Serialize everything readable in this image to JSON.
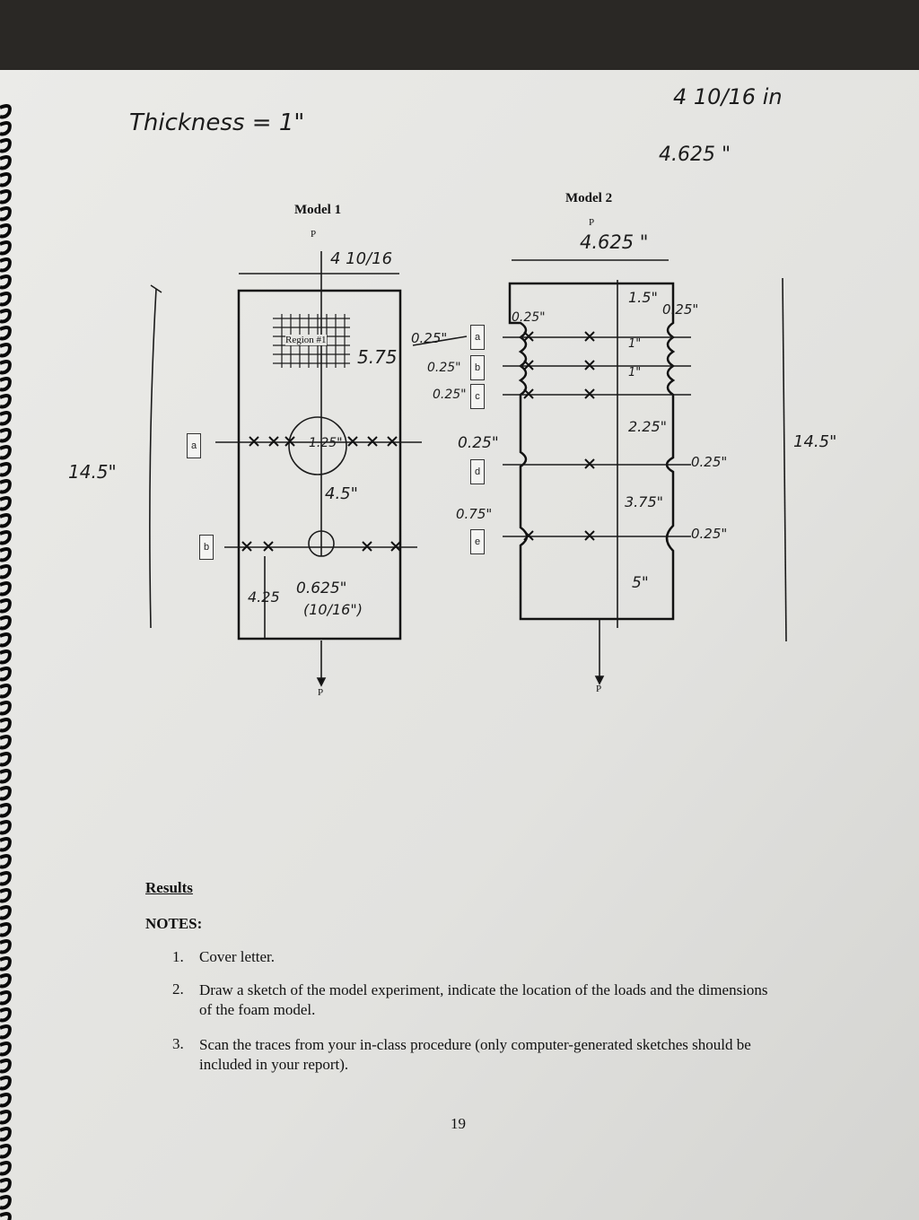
{
  "handwriting": {
    "thickness": "Thickness = 1\"",
    "top_fraction": "4 10/16 in",
    "top_decimal": "4.625 \"",
    "m1_width": "4 10/16",
    "m1_5_75": "5.75",
    "m1_1_25": "1.25\"",
    "m1_4_5": "4.5\"",
    "m1_0_625": "0.625\"",
    "m1_frac": "(10/16\")",
    "m1_4_25": "4.25",
    "left_height": "14.5\"",
    "mid_0_25_a": "0.25\"",
    "mid_0_25_b": "0.25\"",
    "mid_0_25_c": "0.25\"",
    "mid_0_25_d": "0.25\"",
    "mid_0_75": "0.75\"",
    "m2_width": "4.625 \"",
    "m2_0_25_left": "0.25\"",
    "m2_1_5": "1.5\"",
    "m2_0_25_right": "0.25\"",
    "m2_1a": "1\"",
    "m2_1b": "1\"",
    "m2_2_25": "2.25\"",
    "m2_0_25_r2": "0.25\"",
    "m2_3_75": "3.75\"",
    "m2_0_25_r3": "0.25\"",
    "m2_5": "5\"",
    "right_height": "14.5\""
  },
  "printed": {
    "model1_title": "Model 1",
    "model2_title": "Model 2",
    "p_top1": "P",
    "p_bottom1": "P",
    "p_top2": "P",
    "p_bottom2": "P",
    "region": "Region #1",
    "labels": [
      "a",
      "b",
      "c",
      "d",
      "e"
    ],
    "side_a": "a",
    "side_b": "b",
    "results_heading": "Results",
    "notes_heading": "NOTES:",
    "notes": [
      {
        "num": "1.",
        "text": "Cover letter."
      },
      {
        "num": "2.",
        "text": "Draw a sketch of the model experiment, indicate the location of the loads and the dimensions of the foam model."
      },
      {
        "num": "3.",
        "text": "Scan the traces from your in-class procedure (only computer-generated sketches should be included in your report)."
      }
    ],
    "page_number": "19"
  }
}
